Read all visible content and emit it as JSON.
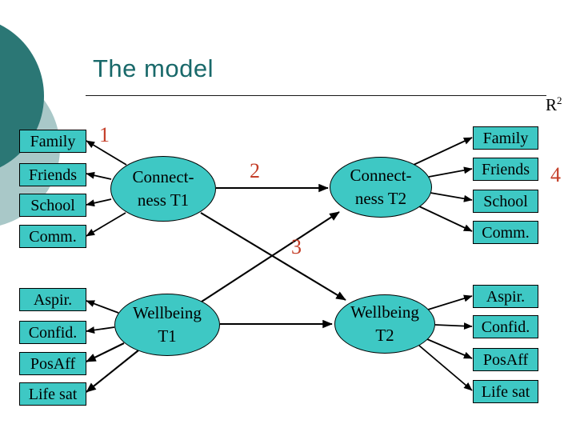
{
  "slide_title": "The model",
  "r2_label": {
    "base": "R",
    "sup": "2"
  },
  "path_numbers": {
    "n1": "1",
    "n2": "2",
    "n3": "3",
    "n4": "4"
  },
  "latents": {
    "connect_t1": {
      "line1": "Connect-",
      "line2": "ness T1"
    },
    "connect_t2": {
      "line1": "Connect-",
      "line2": "ness T2"
    },
    "wellbeing_t1": {
      "line1": "Wellbeing",
      "line2": "T1"
    },
    "wellbeing_t2": {
      "line1": "Wellbeing",
      "line2": "T2"
    }
  },
  "indicators": {
    "left_top": [
      "Family",
      "Friends",
      "School",
      "Comm."
    ],
    "left_bottom": [
      "Aspir.",
      "Confid.",
      "PosAff",
      "Life sat"
    ],
    "right_top": [
      "Family",
      "Friends",
      "School",
      "Comm."
    ],
    "right_bottom": [
      "Aspir.",
      "Confid.",
      "PosAff",
      "Life sat"
    ]
  },
  "edges": [
    {
      "from": "Connectness T1",
      "to": "left top indicators",
      "label": "1"
    },
    {
      "from": "Connectness T1",
      "to": "Connectness T2",
      "label": "2"
    },
    {
      "from": "Wellbeing T1",
      "to": "Connectness T2",
      "label": "3"
    },
    {
      "from": "Connectness T1",
      "to": "Wellbeing T2",
      "label": ""
    },
    {
      "from": "Wellbeing T1",
      "to": "Wellbeing T2",
      "label": ""
    },
    {
      "from": "Connectness T2",
      "to": "right top indicators",
      "label": "4"
    },
    {
      "from": "Wellbeing T2",
      "to": "right bottom indicators",
      "label": ""
    }
  ],
  "colors": {
    "node_fill": "#3ec8c4",
    "node_border": "#000000",
    "title_text": "#19696a",
    "path_number_text": "#c43e28",
    "decor_circle_dark": "#2b7775",
    "decor_circle_light": "#a9c8c8",
    "background": "#ffffff"
  }
}
